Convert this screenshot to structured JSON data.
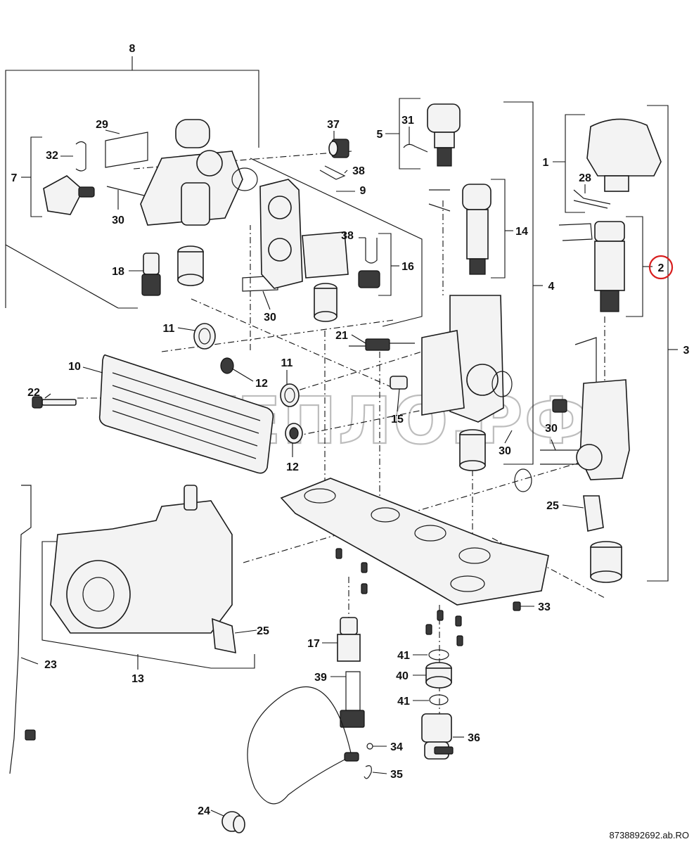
{
  "labels": {
    "l1": "1",
    "l2": "2",
    "l3": "3",
    "l4": "4",
    "l5": "5",
    "l7": "7",
    "l8": "8",
    "l9": "9",
    "l10": "10",
    "l11a": "11",
    "l11b": "11",
    "l12a": "12",
    "l12b": "12",
    "l13": "13",
    "l14": "14",
    "l15": "15",
    "l16": "16",
    "l17": "17",
    "l18": "18",
    "l21": "21",
    "l22": "22",
    "l23": "23",
    "l24": "24",
    "l25a": "25",
    "l25b": "25",
    "l28": "28",
    "l29": "29",
    "l30a": "30",
    "l30b": "30",
    "l30c": "30",
    "l30d": "30",
    "l31": "31",
    "l32": "32",
    "l33": "33",
    "l34": "34",
    "l35": "35",
    "l36": "36",
    "l37": "37",
    "l38a": "38",
    "l38b": "38",
    "l39": "39",
    "l40": "40",
    "l41a": "41",
    "l41b": "41"
  },
  "watermark": "ТЕПЛО.РФ",
  "reference_code": "8738892692.ab.RO",
  "highlight_color": "#d81e1e"
}
